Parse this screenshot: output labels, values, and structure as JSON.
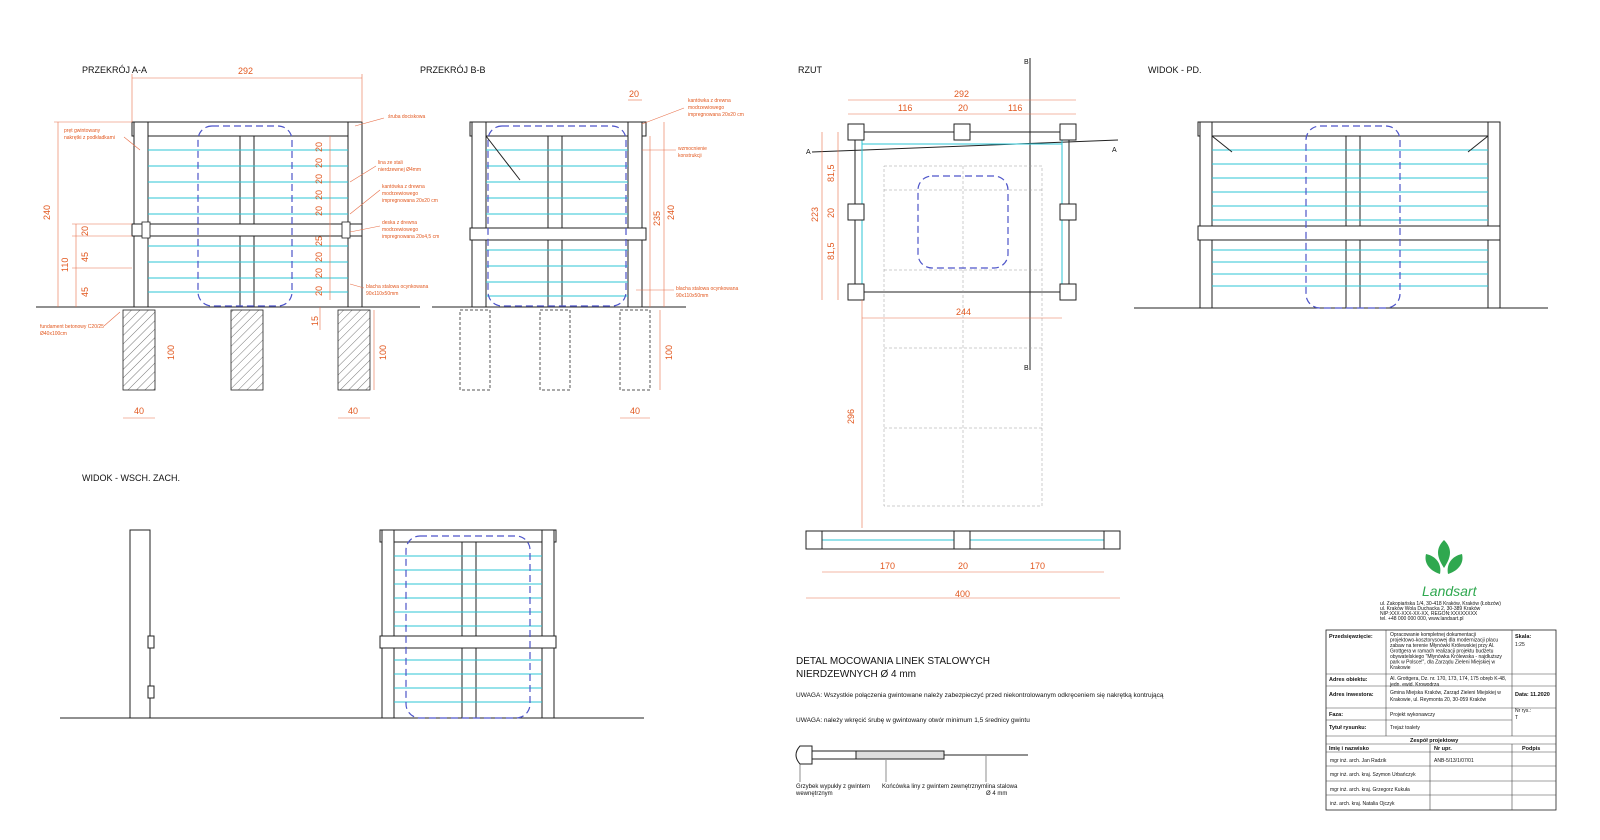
{
  "views": {
    "section_aa": "PRZEKRÓJ A-A",
    "section_bb": "PRZEKRÓJ B-B",
    "plan": "RZUT",
    "view_south": "WIDOK - PD.",
    "view_east_west": "WIDOK - WSCH. ZACH."
  },
  "dims": {
    "aa_width": "292",
    "aa_height": "240",
    "aa_mid": "110",
    "aa_20": "20",
    "aa_45a": "45",
    "aa_45b": "45",
    "aa_15": "15",
    "aa_100": "100",
    "aa_40l": "40",
    "aa_40r": "40",
    "aa_stack": [
      "20",
      "20",
      "20",
      "20",
      "20",
      "25",
      "20",
      "20",
      "20"
    ],
    "bb_20": "20",
    "bb_235": "235",
    "bb_240": "240",
    "bb_100": "100",
    "bb_40": "40",
    "plan_292": "292",
    "plan_116a": "116",
    "plan_20": "20",
    "plan_116b": "116",
    "plan_815a": "81,5",
    "plan_223": "223",
    "plan_20side": "20",
    "plan_815b": "81,5",
    "plan_244": "244",
    "plan_296": "296",
    "bot_170a": "170",
    "bot_20": "20",
    "bot_170b": "170",
    "bot_400": "400",
    "sec_a": "A",
    "sec_b": "B"
  },
  "notes": {
    "screw": "śruba dociskowa",
    "thread_rod": [
      "pręt gwintowany",
      "nakrętki z podkładkami"
    ],
    "steel_rope": [
      "lina ze stali",
      "nierdzewnej Ø4mm"
    ],
    "edge_timber": [
      "kantówka z drewna",
      "modrzewiowego",
      "impregnowana 20x20 cm"
    ],
    "board": [
      "deska z drewna",
      "modrzewiowego",
      "impregnowana 20x4,5 cm"
    ],
    "steel_plate": [
      "blacha stalowa ocynkowana",
      "90x110x50mm"
    ],
    "foundation": [
      "fundament betonowy C20/25",
      "Ø40x100cm"
    ],
    "bb_edge": [
      "kantówka z drewna",
      "modrzewiowego",
      "impregnowana 20x20 cm"
    ],
    "bb_reinforce": [
      "wzmocnienie",
      "konstrukcji"
    ],
    "bb_plate": [
      "blacha stalowa ocynkowana",
      "90x110x50mm"
    ]
  },
  "detail": {
    "title1": "DETAL MOCOWANIA LINEK STALOWYCH",
    "title2": "NIERDZEWNYCH Ø 4 mm",
    "warn1": "UWAGA: Wszystkie połączenia gwintowane należy zabezpieczyć przed niekontrolowanym odkręceniem się nakrętką kontrującą",
    "warn2": "UWAGA: należy wkręcić śrubę w gwintowany otwór minimum 1,5 średnicy gwintu",
    "part1": [
      "Grzybek wypukły z gwintem",
      "wewnętrznym"
    ],
    "part2": "Końcówka liny z gwintem zewnętrznym",
    "part3": [
      "lina stalowa",
      "Ø 4 mm"
    ]
  },
  "logo": {
    "brand": "Landsart",
    "address": [
      "ul. Zakopiańska 1/4, 30-418 Kraków, Kraków (Łobzów)",
      "ul. Kraków Wola Duchacka 2, 30-389 Kraków",
      "NIP:XXX-XXX-XX-XX, REGON:XXXXXXXX",
      "tel. +48 000 000 000, www.landsart.pl"
    ]
  },
  "titleblock": {
    "r1_label": "Przedsięwzięcie:",
    "r1_value": [
      "Opracowanie kompletnej dokumentacji",
      "projektowo-kosztorysowej dla modernizacji placu",
      "zabaw na terenie Młynówki Królewskiej przy Al.",
      "Grottgera w ramach realizacji projektu budżetu",
      "obywatelskiego \"Młynówka Królewska - najdłuższy",
      "park w Polsce!\", dla Zarządu Zieleni Miejskiej w",
      "Krakowie"
    ],
    "scale_label": "Skala:",
    "scale_value": "1:25",
    "r2_label": "Adres obiektu:",
    "r2_value": [
      "Al. Grottgera, Dz. nr. 170, 173, 174, 175 obręb K-48,",
      "jedn. ewid. Krowodrza"
    ],
    "r3_label": "Adres inwestora:",
    "r3_value": [
      "Gmina Miejska Kraków, Zarząd Zieleni Miejskiej w",
      "Krakowie, ul. Reymonta 20, 30-059 Kraków"
    ],
    "date_label": "Data: 11.2020",
    "drawing_no_label": "Nr rys.:",
    "drawing_no": "T",
    "r4_label": "Faza:",
    "r4_value": "Projekt wykonawczy",
    "r5_label": "Tytuł rysunku:",
    "r5_value": "Trejaż toalety",
    "team_header": "Zespół projektowy",
    "col_name": "Imię i nazwisko",
    "col_no": "Nr upr.",
    "col_sign": "Podpis",
    "team": [
      {
        "name": "mgr inż. arch. Jan Radzik",
        "no": "ANB-5/13/1/07/01"
      },
      {
        "name": "mgr inż. arch. kraj. Szymon Urbańczyk",
        "no": ""
      },
      {
        "name": "mgr inż. arch. kraj. Grzegorz Kukuła",
        "no": ""
      },
      {
        "name": "inż. arch. kraj. Natalia Ojczyk",
        "no": ""
      }
    ]
  },
  "colors": {
    "dimension": "#e2581f",
    "rope": "#2cc6d6",
    "canopy": "#4e55c9",
    "logo_green": "#2fa84f"
  }
}
